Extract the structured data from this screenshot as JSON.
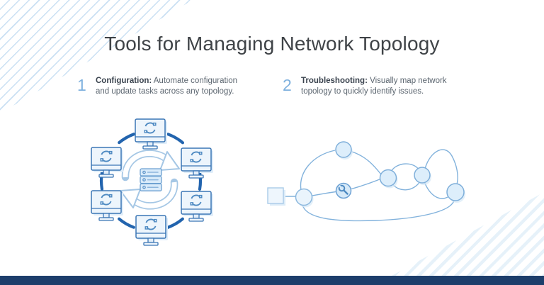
{
  "page": {
    "title": "Tools for Managing Network Topology"
  },
  "steps": [
    {
      "number": "1",
      "label": "Configuration:",
      "description": " Automate configuration and update tasks across any topology."
    },
    {
      "number": "2",
      "label": "Troubleshooting:",
      "description": " Visually map network topology to quickly identify issues."
    }
  ],
  "illustrations": {
    "left": {
      "name": "configuration-sync-diagram",
      "monitor_count": 6,
      "icons": [
        "monitor-icon",
        "refresh-icon",
        "sync-cycle-icon",
        "server-list-icon"
      ]
    },
    "right": {
      "name": "topology-map-diagram",
      "node_count": 7,
      "icons": [
        "square-node-icon",
        "circle-node-icon",
        "wrench-icon"
      ]
    }
  },
  "colors": {
    "accent_blue": "#7fb1de",
    "dark_ring_blue": "#2264ae",
    "icon_blue": "#4e8ac2",
    "edge_blue": "#82b2dc",
    "node_fill": "#e1eefa",
    "title_gray": "#3f4347",
    "body_gray": "#5c6670",
    "footer_navy": "#1d3e6b",
    "stripe_blue": "#cfe4f4"
  }
}
